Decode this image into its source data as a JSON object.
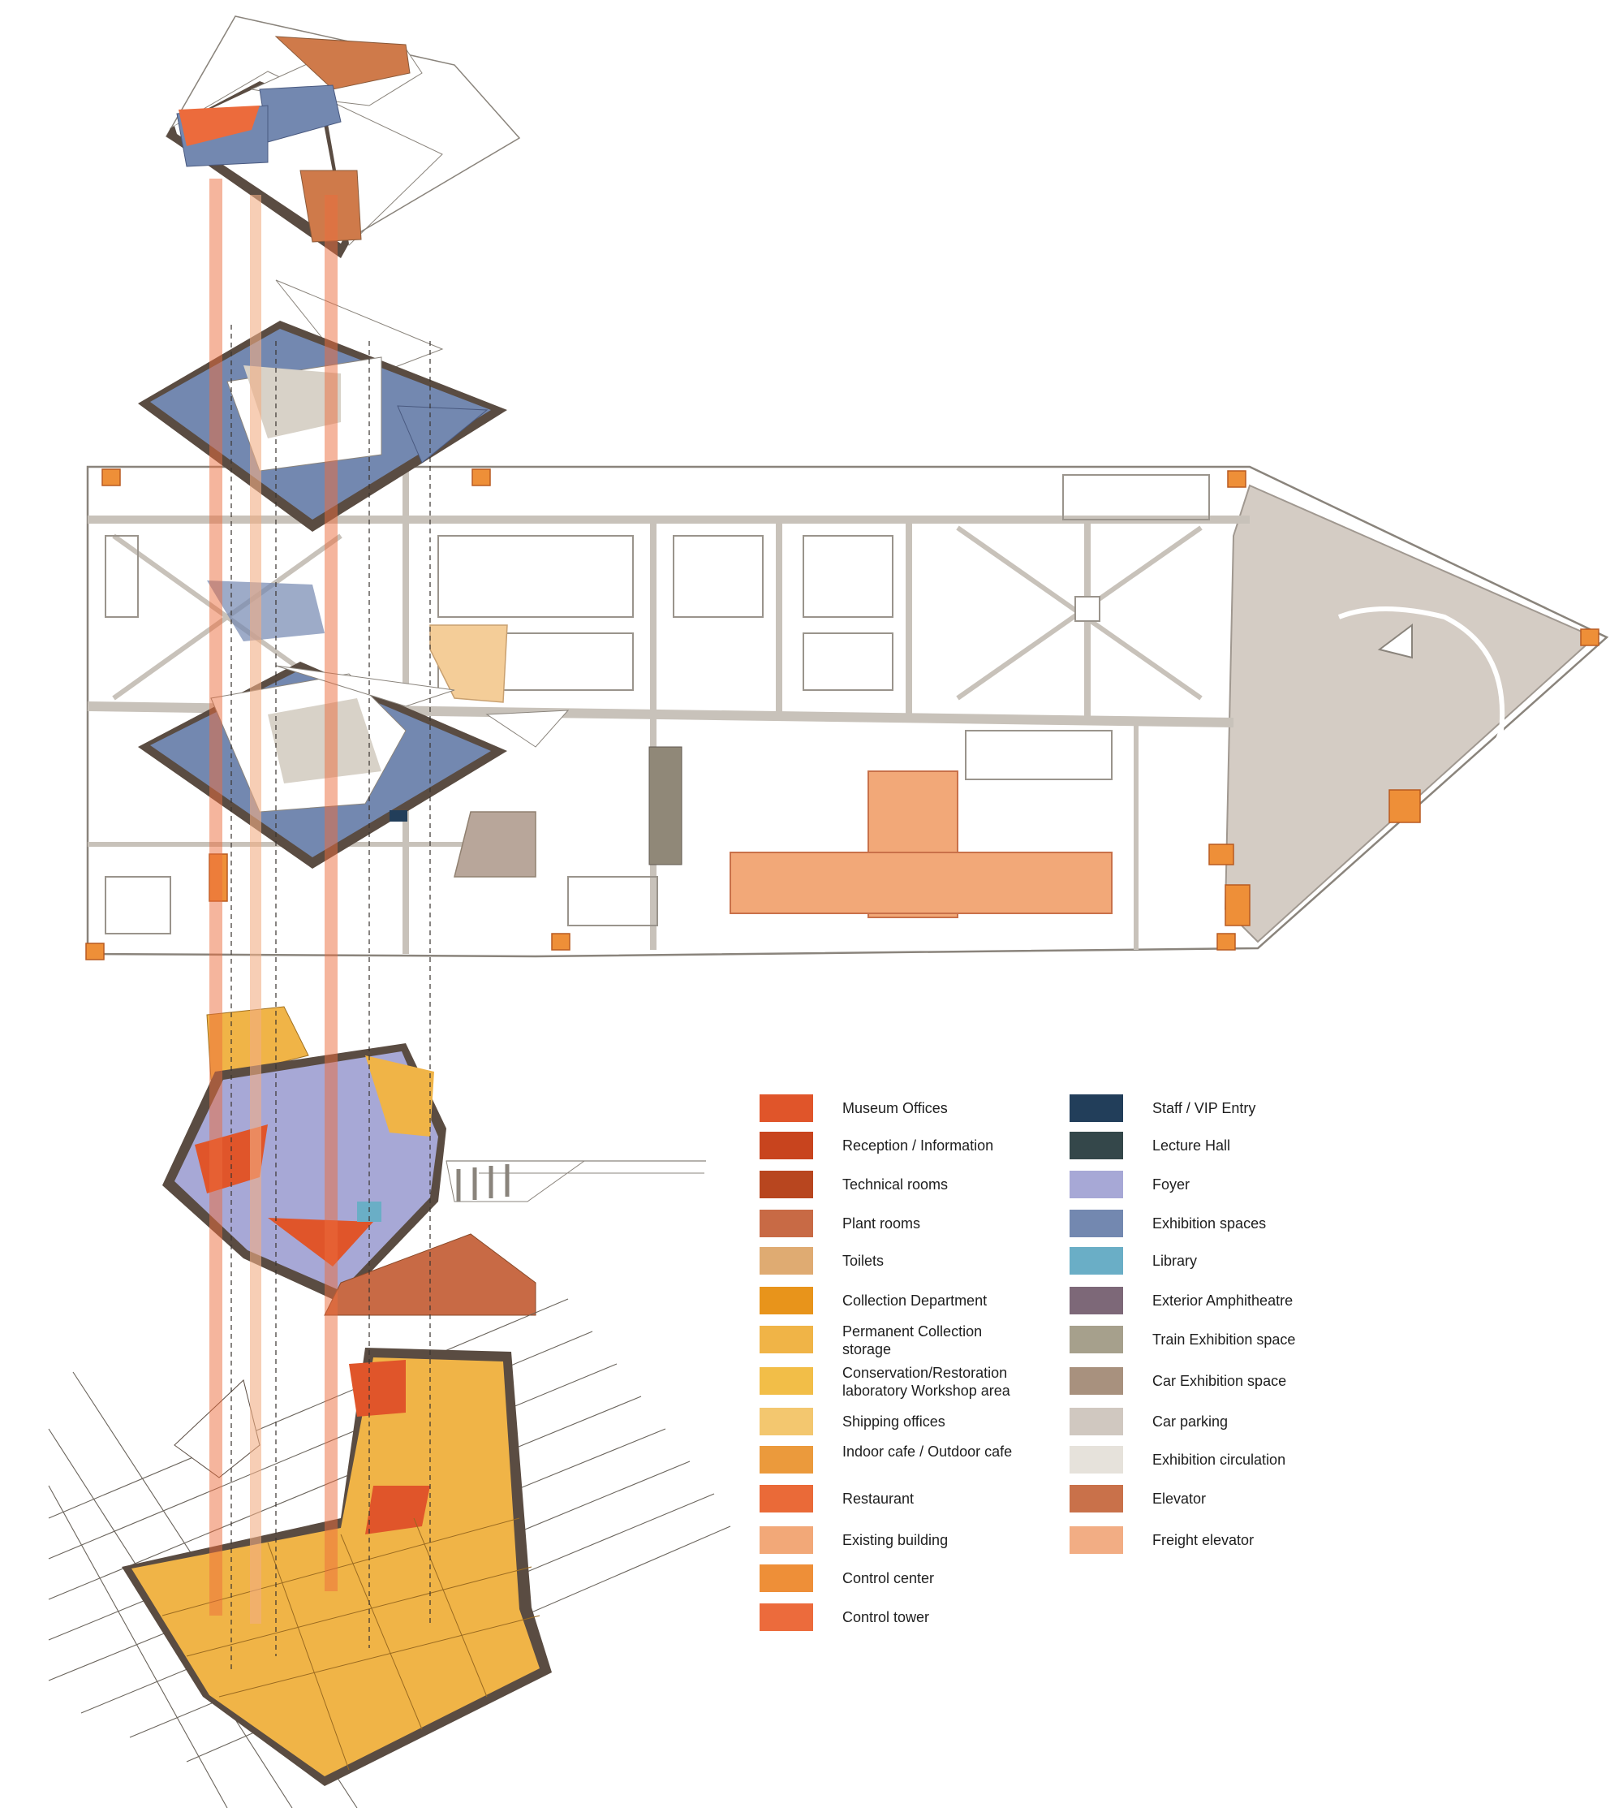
{
  "legend": {
    "col1": [
      {
        "label": "Museum Offices",
        "color": "#e0552a"
      },
      {
        "label": "Reception / Information",
        "color": "#c8441e"
      },
      {
        "label": "Technical rooms",
        "color": "#b8461f"
      },
      {
        "label": "Plant rooms",
        "color": "#c86a45"
      },
      {
        "label": "Toilets",
        "color": "#dfab72"
      },
      {
        "label": "Collection Department",
        "color": "#e8941b"
      },
      {
        "label": "Permanent Collection storage",
        "color": "#f0b447"
      },
      {
        "label": "Conservation/Restoration laboratory Workshop area",
        "color": "#f2be48"
      },
      {
        "label": "Shipping offices",
        "color": "#f3c76f"
      },
      {
        "label": "Indoor cafe / Outdoor cafe",
        "color": "#eb9a3c"
      },
      {
        "label": "Restaurant",
        "color": "#ea6a38"
      },
      {
        "label": "Existing building",
        "color": "#f2a878"
      },
      {
        "label": "Control center",
        "color": "#ee8f38"
      },
      {
        "label": "Control tower",
        "color": "#ec6b3c"
      }
    ],
    "col2": [
      {
        "label": "Staff / VIP Entry",
        "color": "#223e5a"
      },
      {
        "label": "Lecture Hall",
        "color": "#34474a"
      },
      {
        "label": "Foyer",
        "color": "#a7a8d6"
      },
      {
        "label": "Exhibition spaces",
        "color": "#7388b0"
      },
      {
        "label": "Library",
        "color": "#6aaec6"
      },
      {
        "label": "Exterior Amphitheatre",
        "color": "#7d6878"
      },
      {
        "label": "Train Exhibition space",
        "color": "#a6a08c"
      },
      {
        "label": "Car Exhibition space",
        "color": "#a8917e"
      },
      {
        "label": "Car parking",
        "color": "#d0c8c0"
      },
      {
        "label": "Exhibition circulation",
        "color": "#e6e2db"
      },
      {
        "label": "Elevator",
        "color": "#c9714a"
      },
      {
        "label": "Freight elevator",
        "color": "#f2ad84"
      }
    ]
  }
}
